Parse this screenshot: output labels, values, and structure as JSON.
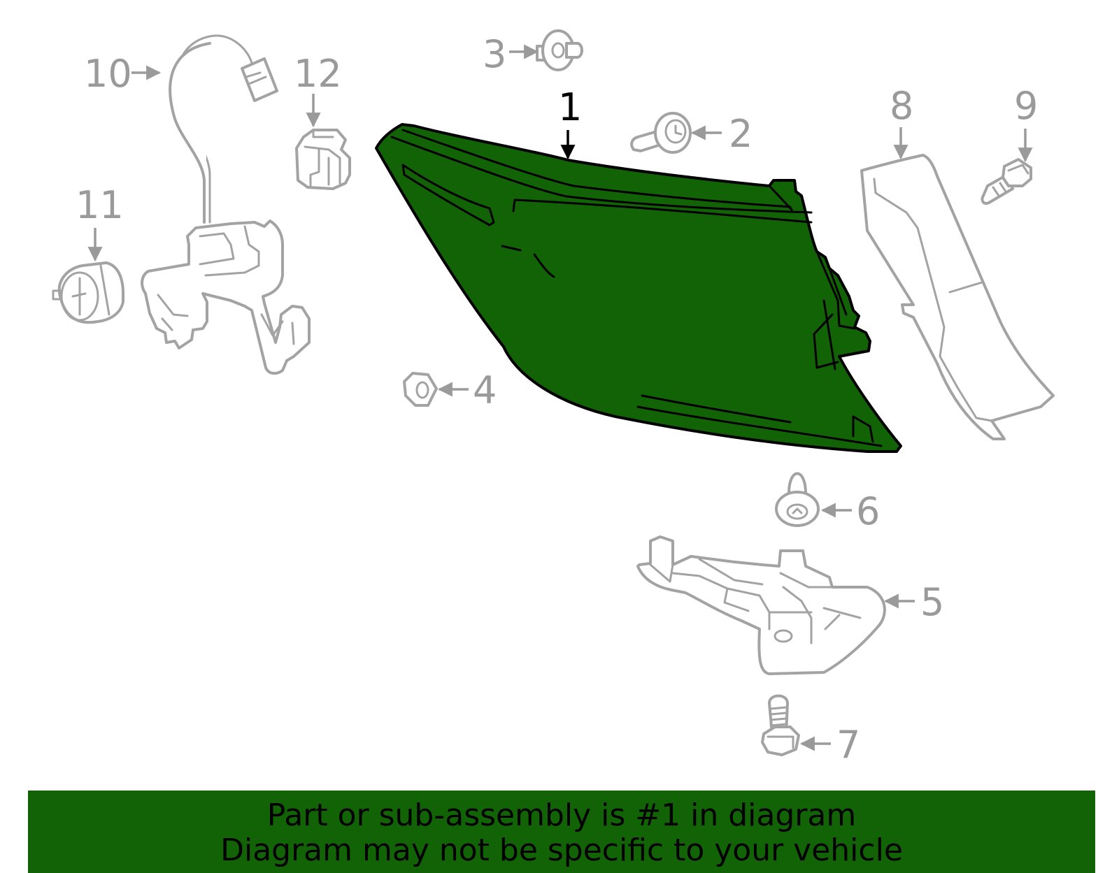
{
  "colors": {
    "highlight": "#116306",
    "banner": "#116306",
    "part_outline": "#a3a3a3",
    "label_gray": "#9a9a9a"
  },
  "callouts": {
    "c1": "1",
    "c2": "2",
    "c3": "3",
    "c4": "4",
    "c5": "5",
    "c6": "6",
    "c7": "7",
    "c8": "8",
    "c9": "9",
    "c10": "10",
    "c11": "11",
    "c12": "12"
  },
  "banner": {
    "line1": "Part or sub-assembly is #1 in diagram",
    "line2": "Diagram may not be specific to your vehicle"
  }
}
